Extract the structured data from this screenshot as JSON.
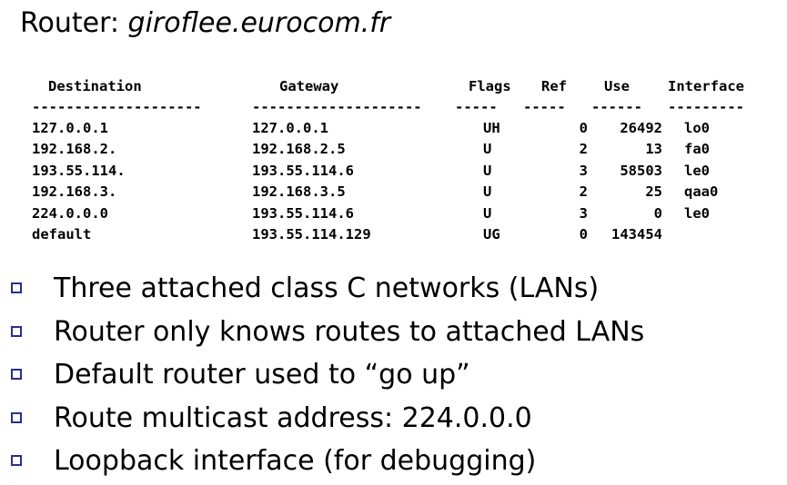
{
  "title": {
    "prefix": "Router: ",
    "host": "giroflee.eurocom.fr"
  },
  "routing_table": {
    "headers": [
      "Destination",
      "Gateway",
      "Flags",
      "Ref",
      "Use",
      "Interface"
    ],
    "rules": [
      "--------------------",
      "--------------------",
      "-----",
      "-----",
      "------",
      "---------"
    ],
    "rows": [
      [
        "127.0.0.1",
        "127.0.0.1",
        "UH",
        "0",
        "26492",
        "lo0"
      ],
      [
        "192.168.2.",
        "192.168.2.5",
        "U",
        "2",
        "13",
        "fa0"
      ],
      [
        "193.55.114.",
        "193.55.114.6",
        "U",
        "3",
        "58503",
        "le0"
      ],
      [
        "192.168.3.",
        "192.168.3.5",
        "U",
        "2",
        "25",
        "qaa0"
      ],
      [
        "224.0.0.0",
        "193.55.114.6",
        "U",
        "3",
        "0",
        "le0"
      ],
      [
        "default",
        "193.55.114.129",
        "UG",
        "0",
        "143454",
        ""
      ]
    ]
  },
  "bullets": [
    "Three attached class C networks (LANs)",
    "Router only knows routes to attached LANs",
    "Default router used to “go up”",
    "Route multicast address: 224.0.0.0",
    "Loopback interface (for debugging)"
  ],
  "colors": {
    "bullet_box": "#2b2e8a",
    "text": "#000000",
    "background": "#ffffff"
  }
}
